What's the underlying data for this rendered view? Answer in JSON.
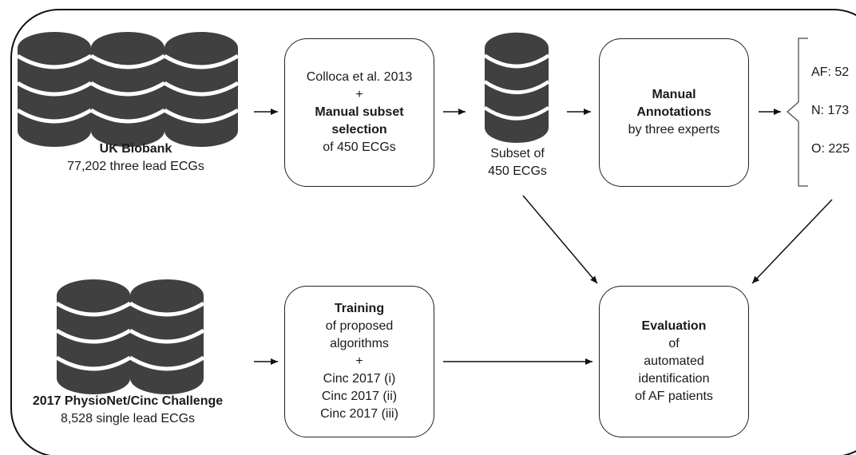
{
  "sources": {
    "uk_biobank": {
      "title": "UK Biobank",
      "subtitle": "77,202 three lead ECGs"
    },
    "physionet": {
      "title": "2017 PhysioNet/Cinc Challenge",
      "subtitle": "8,528 single lead ECGs"
    }
  },
  "selection_box": {
    "line1": "Colloca et al. 2013",
    "line2": "+",
    "line3": "Manual subset",
    "line4": "selection",
    "line5": "of 450 ECGs"
  },
  "subset": {
    "line1": "Subset of",
    "line2": "450 ECGs"
  },
  "annotation_box": {
    "line1": "Manual",
    "line2": "Annotations",
    "line3": "by three experts"
  },
  "classes": {
    "af": "AF: 52",
    "n": "N: 173",
    "o": "O: 225"
  },
  "training_box": {
    "line1": "Training",
    "line2": "of proposed",
    "line3": "algorithms",
    "line4": "+",
    "line5": "Cinc 2017 (i)",
    "line6": "Cinc 2017 (ii)",
    "line7": "Cinc 2017 (iii)"
  },
  "evaluation_box": {
    "line1": "Evaluation",
    "line2": "of",
    "line3": "automated",
    "line4": "identification",
    "line5": "of AF patients"
  }
}
